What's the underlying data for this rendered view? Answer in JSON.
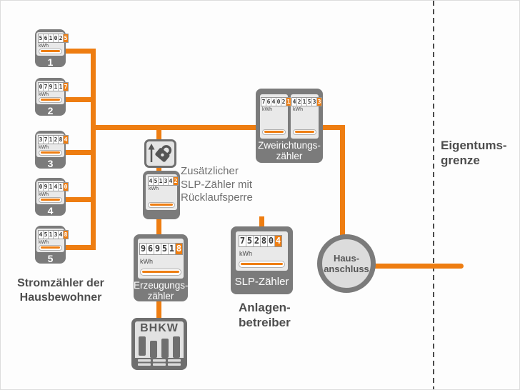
{
  "colors": {
    "accent_orange": "#ee7d11",
    "meter_gray": "#7b7b7b",
    "panel_gray": "#e9e9e9",
    "text_dark": "#4d4d4d",
    "text_mid": "#6f6f6f"
  },
  "unit_label": "kWh",
  "resident_meters": {
    "caption_line1": "Stromzähler der",
    "caption_line2": "Hausbewohner",
    "items": [
      {
        "number": "1",
        "reading": "56102",
        "rolling_digit": "5"
      },
      {
        "number": "2",
        "reading": "07911",
        "rolling_digit": "7"
      },
      {
        "number": "3",
        "reading": "37128",
        "rolling_digit": "4"
      },
      {
        "number": "4",
        "reading": "09141",
        "rolling_digit": "0"
      },
      {
        "number": "5",
        "reading": "45134",
        "rolling_digit": "8"
      }
    ]
  },
  "bidirectional_meter": {
    "label_line1": "Zweirichtungs-",
    "label_line2": "zähler",
    "import_reading": "76402",
    "import_rolling_digit": "1",
    "export_reading": "42153",
    "export_rolling_digit": "3"
  },
  "backstop_meter": {
    "reading": "45134",
    "rolling_digit": "2",
    "caption_line1": "Zusätzlicher",
    "caption_line2": "SLP-Zähler mit",
    "caption_line3": "Rücklaufsperre"
  },
  "generation_meter": {
    "label_line1": "Erzeugungs-",
    "label_line2": "zähler",
    "reading": "96951",
    "rolling_digit": "8"
  },
  "operator_meter": {
    "label": "SLP-Zähler",
    "reading": "75280",
    "rolling_digit": "4",
    "caption_line1": "Anlagen-",
    "caption_line2": "betreiber"
  },
  "house_connection": {
    "label_line1": "Haus-",
    "label_line2": "anschluss"
  },
  "chp_unit": {
    "label": "BHKW"
  },
  "property_boundary": {
    "label_line1": "Eigentums-",
    "label_line2": "grenze"
  }
}
